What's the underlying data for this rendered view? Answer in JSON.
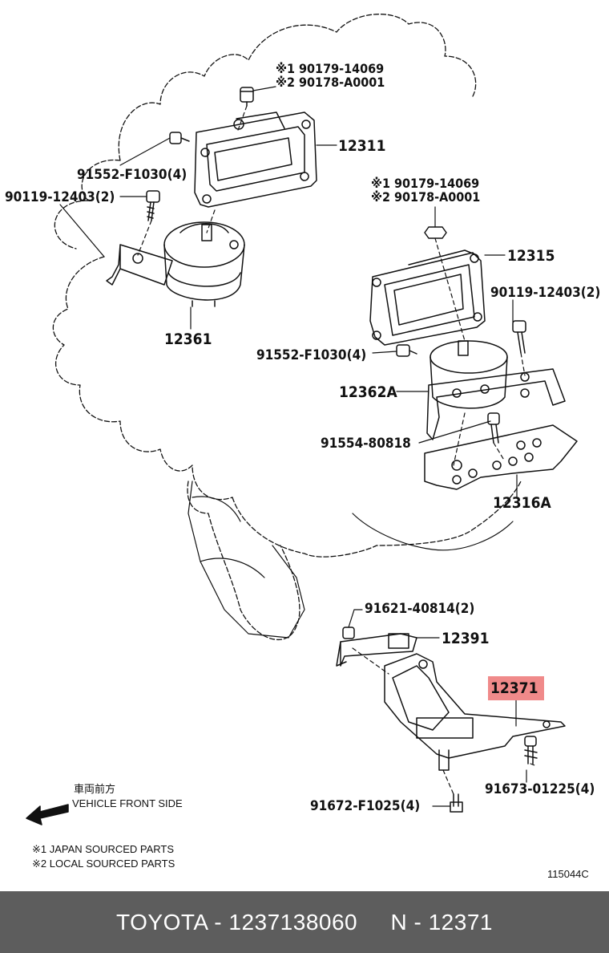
{
  "labels": {
    "note_top_1": "※1 90179-14069",
    "note_top_2": "※2 90178-A0001",
    "p12311": "12311",
    "p91552_left": "91552-F1030(4)",
    "p90119_left": "90119-12403(2)",
    "p12361": "12361",
    "note_mid_1": "※1 90179-14069",
    "note_mid_2": "※2 90178-A0001",
    "p12315": "12315",
    "p90119_right": "90119-12403(2)",
    "p91552_right": "91552-F1030(4)",
    "p12362A": "12362A",
    "p91554": "91554-80818",
    "p12316A": "12316A",
    "p91621": "91621-40814(2)",
    "p12391": "12391",
    "p12371": "12371",
    "p91673": "91673-01225(4)",
    "p91672": "91672-F1025(4)"
  },
  "direction": {
    "jp": "車両前方",
    "en": "VEHICLE FRONT SIDE"
  },
  "legend": {
    "line1": "※1 JAPAN SOURCED PARTS",
    "line2": "※2 LOCAL SOURCED PARTS"
  },
  "diagram_code": "115044C",
  "footer": {
    "text": "TOYOTA - 1237138060     N - 12371"
  },
  "colors": {
    "highlight": "#f08a8a",
    "footer_bg": "#5d5d5d",
    "line": "#111111"
  }
}
